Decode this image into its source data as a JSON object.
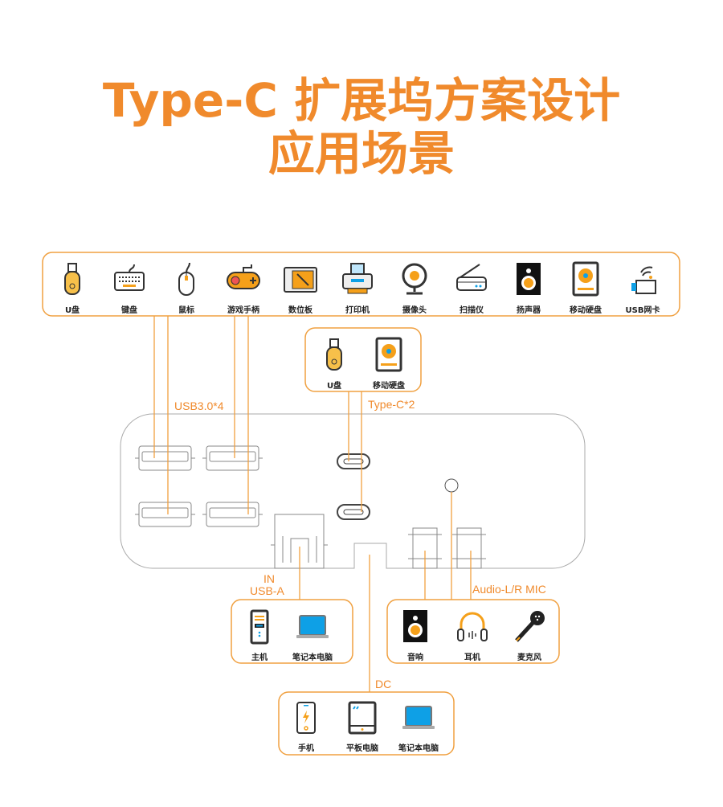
{
  "title": {
    "line1": "Type-C 扩展坞方案设计",
    "line2": "应用场景"
  },
  "colors": {
    "accent": "#f08a2c",
    "line": "#f0a040",
    "blue": "#0ea0e6",
    "dark": "#333333",
    "board": "#999999"
  },
  "top_devices": [
    {
      "label": "U盘",
      "icon": "usb-drive"
    },
    {
      "label": "键盘",
      "icon": "keyboard"
    },
    {
      "label": "鼠标",
      "icon": "mouse"
    },
    {
      "label": "游戏手柄",
      "icon": "gamepad"
    },
    {
      "label": "数位板",
      "icon": "tablet-pen"
    },
    {
      "label": "打印机",
      "icon": "printer"
    },
    {
      "label": "摄像头",
      "icon": "webcam"
    },
    {
      "label": "扫描仪",
      "icon": "scanner"
    },
    {
      "label": "扬声器",
      "icon": "speaker"
    },
    {
      "label": "移动硬盘",
      "icon": "hard-drive"
    },
    {
      "label": "USB网卡",
      "icon": "wifi-adapter"
    }
  ],
  "typec_devices": [
    {
      "label": "U盘",
      "icon": "usb-drive"
    },
    {
      "label": "移动硬盘",
      "icon": "hard-drive"
    }
  ],
  "usba_in_devices": [
    {
      "label": "主机",
      "icon": "desktop-tower"
    },
    {
      "label": "笔记本电脑",
      "icon": "laptop"
    }
  ],
  "audio_devices": [
    {
      "label": "音响",
      "icon": "speaker"
    },
    {
      "label": "耳机",
      "icon": "headphones"
    },
    {
      "label": "麦克风",
      "icon": "microphone"
    }
  ],
  "dc_devices": [
    {
      "label": "手机",
      "icon": "phone"
    },
    {
      "label": "平板电脑",
      "icon": "tablet"
    },
    {
      "label": "笔记本电脑",
      "icon": "laptop"
    }
  ],
  "port_labels": {
    "usb30": "USB3.0*4",
    "typec": "Type-C*2",
    "in": "IN",
    "usba": "USB-A",
    "audio": "Audio-L/R  MIC",
    "dc": "DC"
  }
}
